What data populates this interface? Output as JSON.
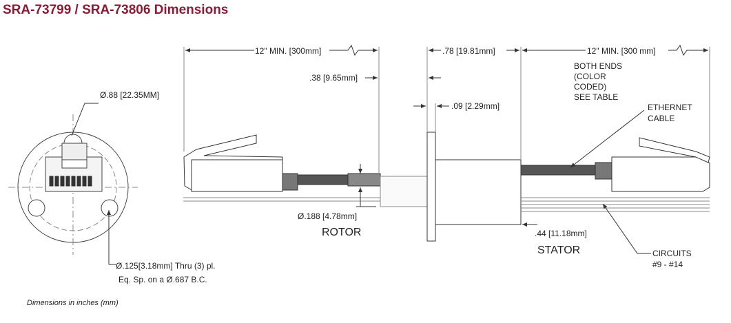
{
  "title": "SRA-73799 / SRA-73806 Dimensions",
  "footnote": "Dimensions in inches (mm)",
  "dims": {
    "diameter_flange": "Ø.88 [22.35MM]",
    "holes_line1": "Ø.125[3.18mm] Thru (3) pl.",
    "holes_line2": "Eq. Sp. on a Ø.687 B.C.",
    "rotor_lead": "12\" MIN. [300mm]",
    "rotor_offset": ".38 [9.65mm]",
    "flange_width": ".78 [19.81mm]",
    "flange_thickness": ".09 [2.29mm]",
    "stator_lead": "12\" MIN. [300 mm]",
    "rotor_cable_dia": "Ø.188 [4.78mm]",
    "stator_length": ".44 [11.18mm]"
  },
  "labels": {
    "both_ends": [
      "BOTH ENDS",
      "(COLOR",
      "CODED)",
      "SEE TABLE"
    ],
    "ethernet": [
      "ETHERNET",
      "CABLE"
    ],
    "rotor": "ROTOR",
    "stator": "STATOR",
    "circuits": [
      "CIRCUITS",
      "#9 - #14"
    ]
  },
  "colors": {
    "title": "#8c1c35",
    "line": "#333333",
    "body_gray": "#666666"
  }
}
